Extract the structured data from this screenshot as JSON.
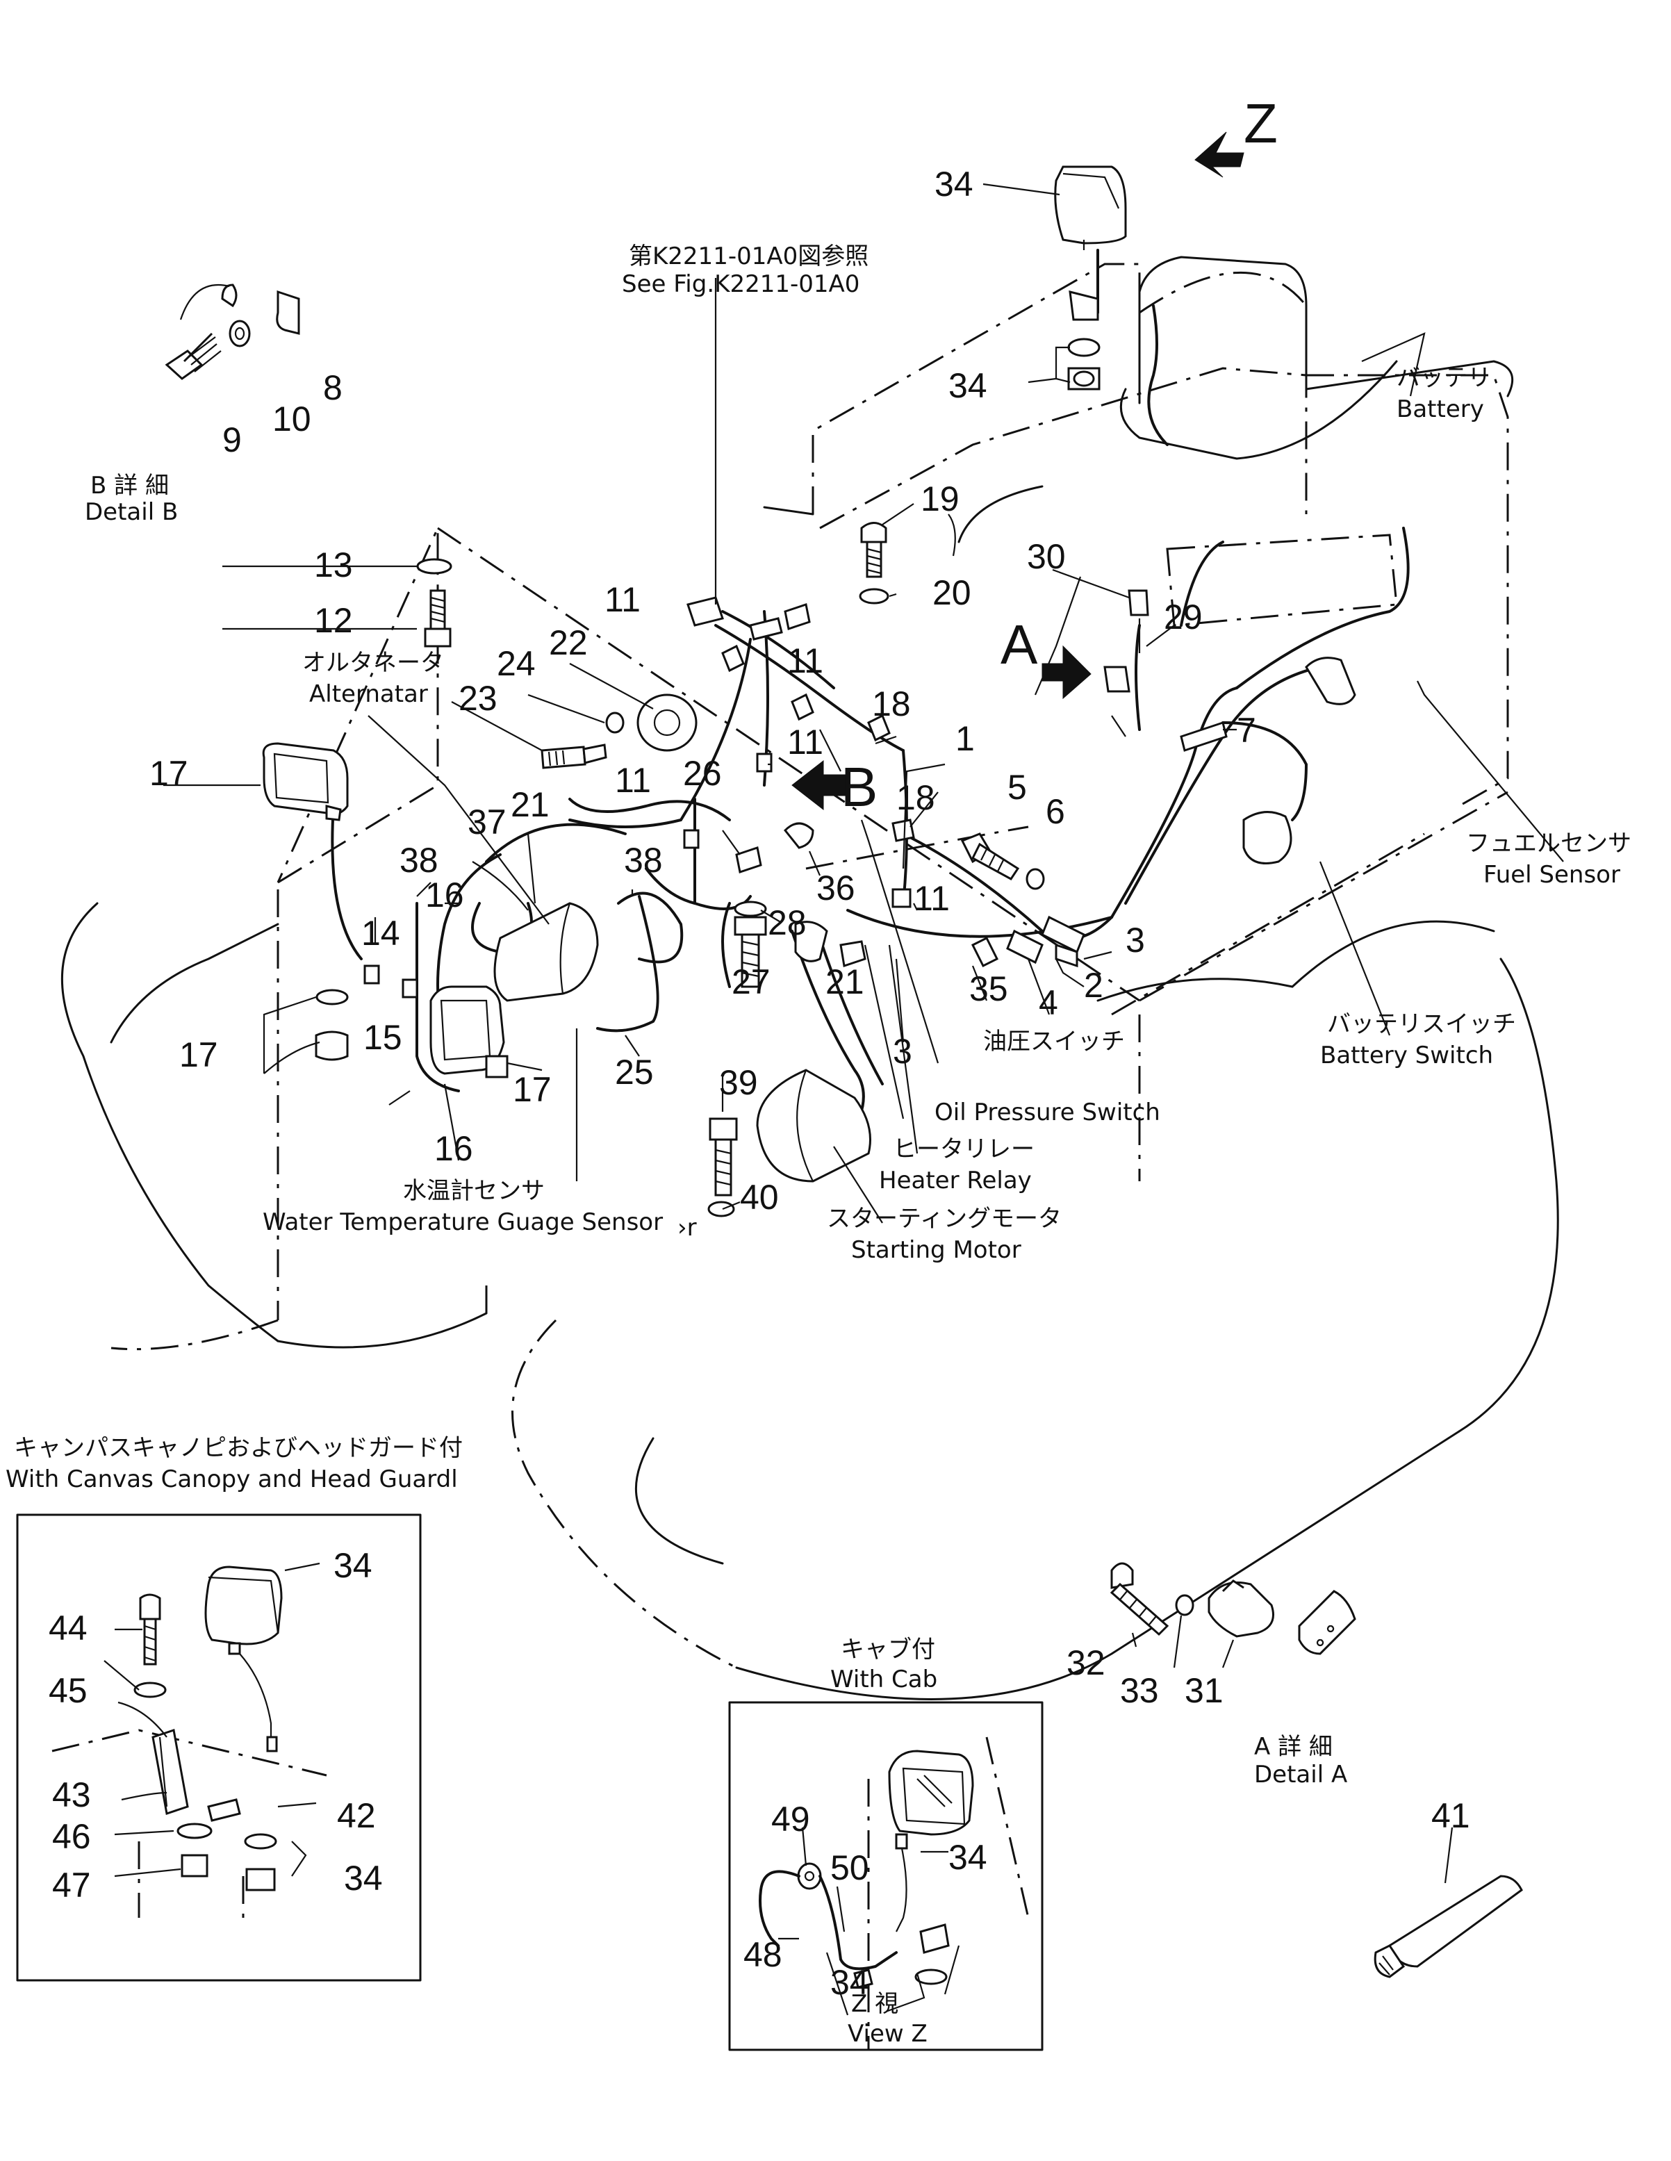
{
  "view_arrow_labels": {
    "z": "Z",
    "a": "A",
    "b": "B"
  },
  "part_numbers": {
    "n1": "1",
    "n2": "2",
    "n3": "3",
    "n4": "4",
    "n5": "5",
    "n6": "6",
    "n7": "7",
    "n8": "8",
    "n9": "9",
    "n10": "10",
    "n11": "11",
    "n12": "12",
    "n13": "13",
    "n14": "14",
    "n15": "15",
    "n16": "16",
    "n17": "17",
    "n18": "18",
    "n19": "19",
    "n20": "20",
    "n21": "21",
    "n22": "22",
    "n23": "23",
    "n24": "24",
    "n25": "25",
    "n26": "26",
    "n27": "27",
    "n28": "28",
    "n29": "29",
    "n30": "30",
    "n31": "31",
    "n32": "32",
    "n33": "33",
    "n34": "34",
    "n35": "35",
    "n36": "36",
    "n37": "37",
    "n38": "38",
    "n39": "39",
    "n40": "40",
    "n41": "41",
    "n42": "42",
    "n43": "43",
    "n44": "44",
    "n45": "45",
    "n46": "46",
    "n47": "47",
    "n48": "48",
    "n49": "49",
    "n50": "50"
  },
  "labels": {
    "see_fig_jp": "第K2211-01A0図参照",
    "see_fig_en": "See Fig.K2211-01A0",
    "detail_b_jp": "B 詳 細",
    "detail_b_en": "Detail B",
    "battery_jp": "バッテリ",
    "battery_en": "Battery",
    "alternator_jp": "オルタネータ",
    "alternator_en": "Alternatar",
    "fuel_sensor_jp": "フュエルセンサ",
    "fuel_sensor_en": "Fuel Sensor",
    "battery_switch_jp": "バッテリスイッチ",
    "battery_switch_en": "Battery Switch",
    "oil_pressure_jp": "油圧スイッチ",
    "oil_pressure_en": "Oil Pressure Switch",
    "heater_relay_jp": "ヒータリレー",
    "heater_relay_en": "Heater Relay",
    "starting_motor_jp": "スターティングモータ",
    "starting_motor_en": "Starting Motor",
    "water_temp_jp": "水温計センサ",
    "water_temp_en": "Water Temperature Guage Sensor",
    "water_temp_tail": "›r",
    "canopy_jp": "キャンパスキャノピおよびヘッドガード付",
    "canopy_en": "With Canvas Canopy and Head Guardl",
    "with_cab_jp": "キャブ付",
    "with_cab_en": "With Cab",
    "view_z_jp": "Z  視",
    "view_z_en": "View Z",
    "detail_a_jp": "A 詳 細",
    "detail_a_en": "Detail A"
  }
}
